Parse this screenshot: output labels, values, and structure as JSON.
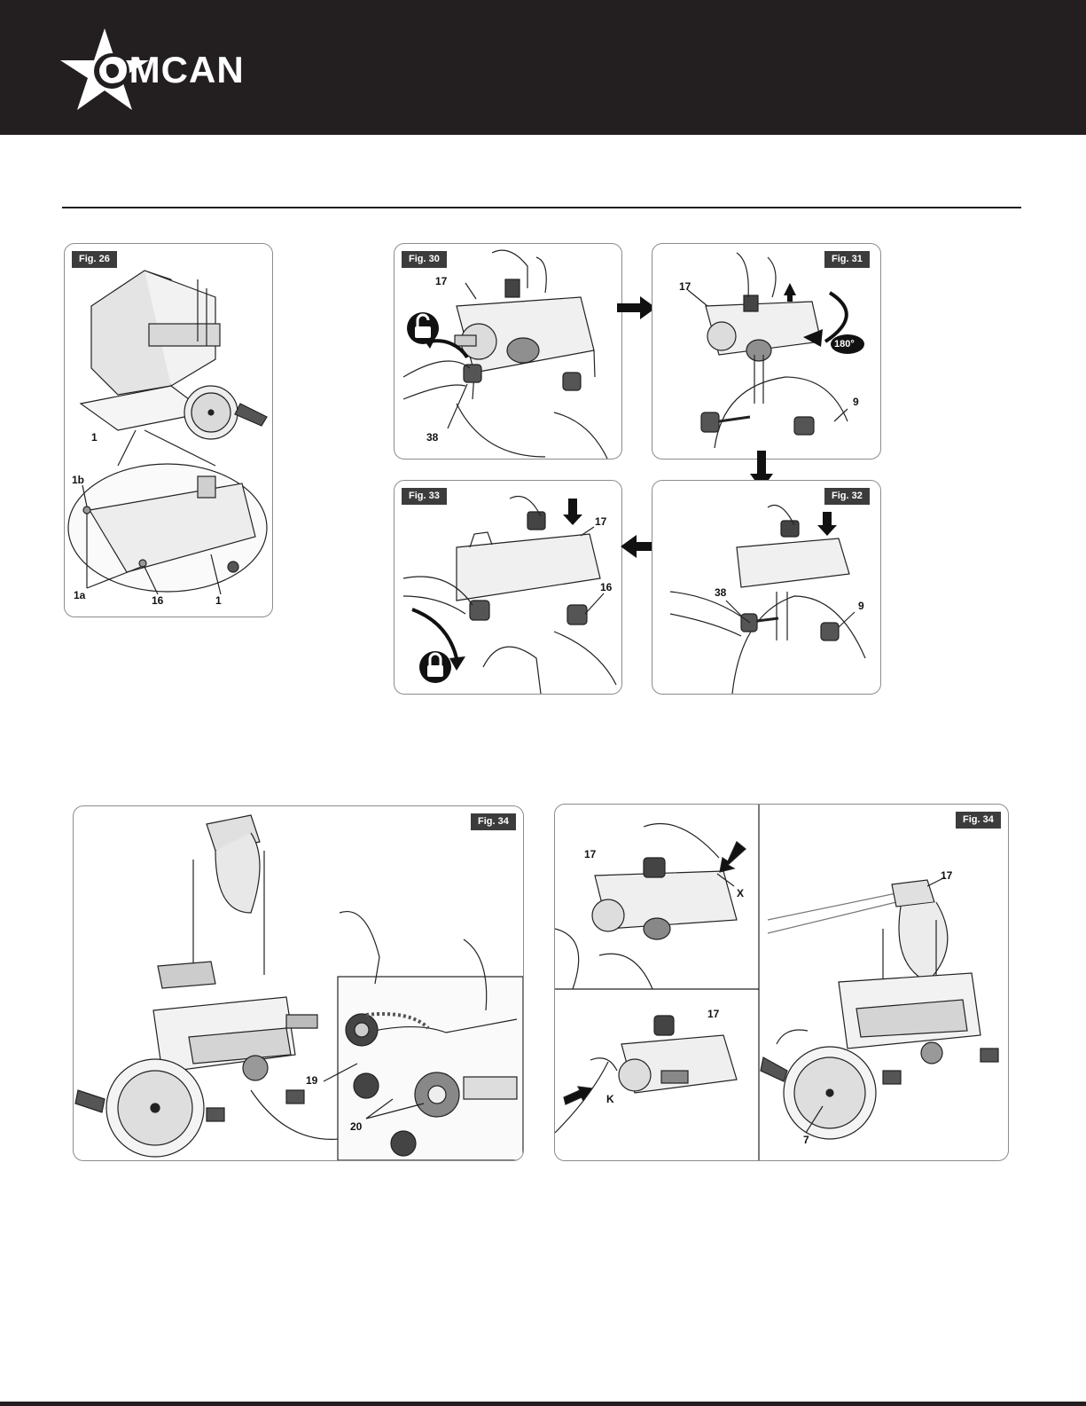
{
  "brand": {
    "name": "OMCAN"
  },
  "figures": {
    "fig26": {
      "tag": "Fig. 26",
      "labels": [
        "1",
        "1b",
        "1a",
        "16",
        "1"
      ]
    },
    "fig30": {
      "tag": "Fig. 30",
      "labels": [
        "17",
        "38"
      ]
    },
    "fig31": {
      "tag": "Fig. 31",
      "labels": [
        "17",
        "9"
      ],
      "rotation": "180°"
    },
    "fig32": {
      "tag": "Fig. 32",
      "labels": [
        "38",
        "9"
      ]
    },
    "fig33": {
      "tag": "Fig. 33",
      "labels": [
        "17",
        "16"
      ]
    },
    "fig34a": {
      "tag": "Fig. 34",
      "labels": [
        "19",
        "20"
      ]
    },
    "fig34b": {
      "tag": "Fig. 34",
      "labels": [
        "17",
        "X",
        "17",
        "K",
        "17",
        "7"
      ]
    }
  },
  "icons": [
    "omcan-star-logo",
    "unlock-icon",
    "lock-icon",
    "arrow-right-icon",
    "arrow-down-icon",
    "arrow-left-icon",
    "arrow-up-icon",
    "rotate-180-icon"
  ]
}
